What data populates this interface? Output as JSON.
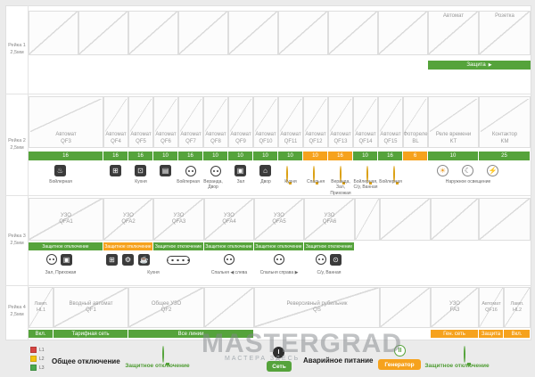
{
  "colors": {
    "green": "#55a33b",
    "orange": "#f6a21d",
    "page_bg": "#ebebeb",
    "panel_bg": "#ffffff"
  },
  "watermark": {
    "title": "MASTERGRAD",
    "subtitle": "МАСТЕРА ЗДЕСЬ"
  },
  "icons": {
    "boiler": "♨",
    "stove": "⊞",
    "dishwasher": "⊡",
    "fridge": "▤",
    "tv": "▣",
    "house": "⌂",
    "sun": "☀",
    "moon": "☾",
    "bolt": "⚡",
    "mixer": "⚙",
    "kettle": "☕",
    "washer": "⊙",
    "pos_grid": "I",
    "pos_gen": "II",
    "arrow_right": "▶"
  },
  "rails": [
    {
      "name": "Рейка 1",
      "wire": "2,5мм"
    },
    {
      "name": "Рейка 2",
      "wire": "2,5мм"
    },
    {
      "name": "Рейка 3",
      "wire": "2,5мм"
    },
    {
      "name": "Рейка 4",
      "wire": "2,5мм"
    }
  ],
  "rail1": {
    "device_automat": "Автомат",
    "device_socket": "Розетка",
    "protection_bar": "Защита"
  },
  "rail2": {
    "modules": [
      {
        "type": "Автомат",
        "id": "QF3"
      },
      {
        "type": "Автомат",
        "id": "QF4"
      },
      {
        "type": "Автомат",
        "id": "QF5"
      },
      {
        "type": "Автомат",
        "id": "QF6"
      },
      {
        "type": "Автомат",
        "id": "QF7"
      },
      {
        "type": "Автомат",
        "id": "QF8"
      },
      {
        "type": "Автомат",
        "id": "QF9"
      },
      {
        "type": "Автомат",
        "id": "QF10"
      },
      {
        "type": "Автомат",
        "id": "QF11"
      },
      {
        "type": "Автомат",
        "id": "QF12"
      },
      {
        "type": "Автомат",
        "id": "QF13"
      },
      {
        "type": "Автомат",
        "id": "QF14"
      },
      {
        "type": "Автомат",
        "id": "QF15"
      },
      {
        "type": "Фотореле",
        "id": "BL"
      },
      {
        "type": "Реле времени",
        "id": "KT"
      },
      {
        "type": "Контактор",
        "id": "KM"
      }
    ],
    "ratings": [
      "16",
      "16",
      "16",
      "10",
      "16",
      "10",
      "10",
      "10",
      "10",
      "10",
      "16",
      "10",
      "16",
      "6",
      "10",
      "25"
    ],
    "groups": [
      {
        "label": "Бойлерная"
      },
      {
        "label": "Кухня"
      },
      {
        "label": "Бойлерная"
      },
      {
        "label": "Веранда, Двор"
      },
      {
        "label": "Зал"
      },
      {
        "label": "Двор"
      },
      {
        "label": "Кухня"
      },
      {
        "label": "Спальня"
      },
      {
        "label": "Веранда, Зал, Прихожая"
      },
      {
        "label": "Бойлерная, С/у, Ванная"
      },
      {
        "label": "Бойлерная"
      },
      {
        "label": "Наружное освещение"
      }
    ]
  },
  "rail3": {
    "modules": [
      {
        "type": "УЗО",
        "id": "QFA1"
      },
      {
        "type": "УЗО",
        "id": "QFA2"
      },
      {
        "type": "УЗО",
        "id": "QFA3"
      },
      {
        "type": "УЗО",
        "id": "QFA4"
      },
      {
        "type": "УЗО",
        "id": "QFA5"
      },
      {
        "type": "УЗО",
        "id": "QFA6"
      }
    ],
    "strip_label": "Защитное отключение",
    "groups": [
      {
        "label": "Зал, Прихожая"
      },
      {
        "label": "Кухня"
      },
      {
        "label": "Спальня ◀ слева"
      },
      {
        "label": "Спальня справа ▶"
      },
      {
        "label": "С/у, Ванная"
      }
    ]
  },
  "rail4": {
    "cells": [
      {
        "type": "Ламп.",
        "id": "HL1"
      },
      {
        "type": "Вводный автомат",
        "id": "QF1"
      },
      {
        "type": "Общее УЗО",
        "id": "QF2"
      },
      {
        "type": "Реверсивный рубильник",
        "id": "QS"
      },
      {
        "type": "УЗО",
        "id": "FA3"
      },
      {
        "type": "Автомат",
        "id": "QF16"
      },
      {
        "type": "Ламп.",
        "id": "HL2"
      }
    ],
    "strips": [
      {
        "label": "Вкл."
      },
      {
        "label": "Тарифная сеть"
      },
      {
        "label": "Все линии"
      },
      {
        "label": "Ген. сеть"
      },
      {
        "label": "Защита"
      },
      {
        "label": "Вкл."
      }
    ]
  },
  "legend": {
    "phases": [
      {
        "label": "L1"
      },
      {
        "label": "L2"
      },
      {
        "label": "L3"
      }
    ],
    "total_off": "Общее отключение",
    "protective_off": "Защитное отключение",
    "grid_badge": "Сеть",
    "emergency": "Аварийное питание",
    "generator_badge": "Генератор",
    "protective_off2": "Защитное отключение"
  }
}
